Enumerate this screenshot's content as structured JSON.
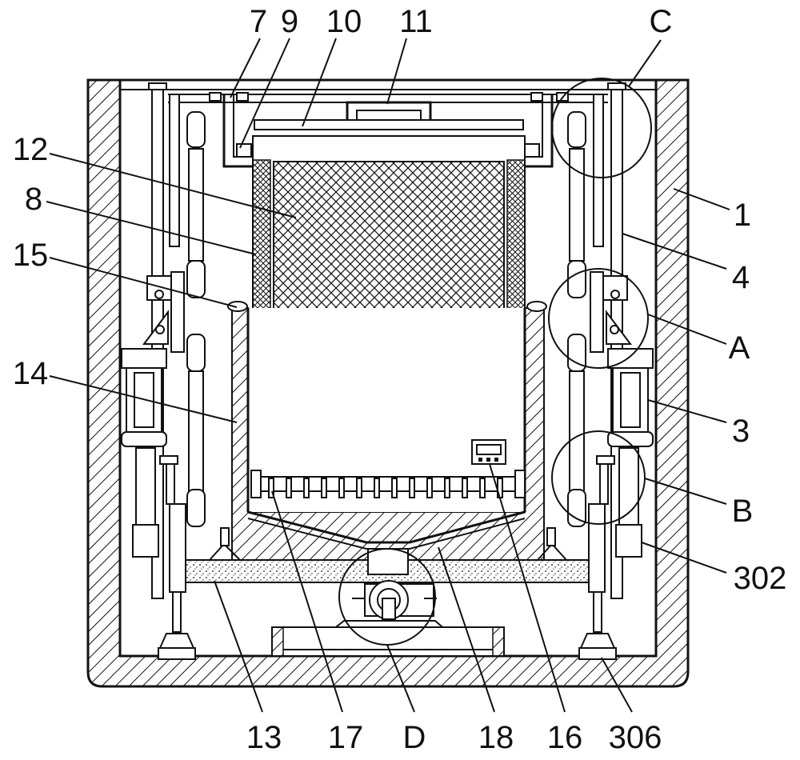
{
  "labels": {
    "l7": "7",
    "l9": "9",
    "l10": "10",
    "l11": "11",
    "lC": "C",
    "l12": "12",
    "l8": "8",
    "l15": "15",
    "l14": "14",
    "l1": "1",
    "l4": "4",
    "lA": "A",
    "l3": "3",
    "lB": "B",
    "l302": "302",
    "l13": "13",
    "l17": "17",
    "lD": "D",
    "l18": "18",
    "l16": "16",
    "l306": "306"
  },
  "colors": {
    "stroke": "#111111",
    "background": "#ffffff"
  }
}
